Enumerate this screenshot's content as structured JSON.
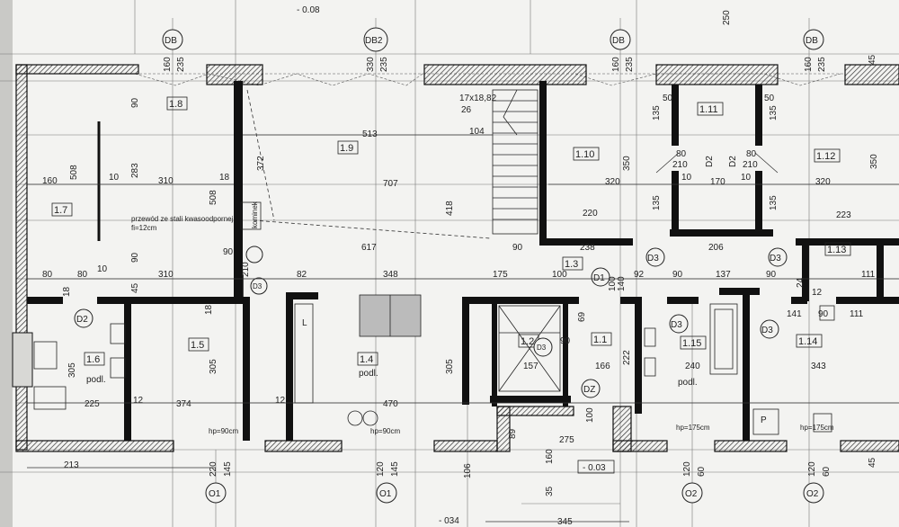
{
  "levels": {
    "top": "- 0.08",
    "entry": "- 0.03",
    "bottom": "- 034"
  },
  "grid": {
    "top": [
      "DB",
      "DB2",
      "DB",
      "DB"
    ],
    "bottom": [
      "O1",
      "O1",
      "O2",
      "O2"
    ]
  },
  "rooms": {
    "r_1_1": "1.1",
    "r_1_2": "1.2",
    "r_1_3": "1.3",
    "r_1_4": "1.4",
    "r_1_5": "1.5",
    "r_1_6": "1.6",
    "r_1_7": "1.7",
    "r_1_8": "1.8",
    "r_1_9": "1.9",
    "r_1_10": "1.10",
    "r_1_11": "1.11",
    "r_1_12": "1.12",
    "r_1_13": "1.13",
    "r_1_14": "1.14",
    "r_1_15": "1.15"
  },
  "room_notes": {
    "podl_1": "podl.",
    "podl_2": "podl.",
    "podl_3": "podl.",
    "p_label": "P",
    "l_label": "L"
  },
  "doors": {
    "d1": "D1",
    "d2_a": "D2",
    "d2_b": "D2",
    "d2_c": "D2",
    "d3_a": "D3",
    "d3_b": "D3",
    "d3_c": "D3",
    "d3_d": "D3",
    "d3_e": "D3",
    "d3_f": "D3",
    "dz": "DZ"
  },
  "annotations": {
    "pipe_1": "przewód ze stali kwasoodpornej",
    "pipe_2": "fi=12cm",
    "stairs": "17x18,82",
    "stairs_26": "26",
    "hp_1": "hp=90cm",
    "hp_2": "hp=90cm",
    "hp_3": "hp=175cm",
    "hp_4": "hp=175cm",
    "kominek": "kominek"
  },
  "dims": {
    "t_250": "250",
    "t_160a": "160",
    "t_235a": "235",
    "t_330": "330",
    "t_235b": "235",
    "t_160b": "160",
    "t_235c": "235",
    "t_160c": "160",
    "t_235d": "235",
    "t_45": "45",
    "d_90a": "90",
    "d_513": "513",
    "d_372": "372",
    "d_707": "707",
    "d_310a": "310",
    "d_310b": "310",
    "d_160": "160",
    "d_508a": "508",
    "d_283": "283",
    "d_10a": "10",
    "d_18a": "18",
    "d_508b": "508",
    "d_617": "617",
    "d_418": "418",
    "d_104": "104",
    "d_90b": "90",
    "d_350": "350",
    "d_320a": "320",
    "d_220": "220",
    "d_238": "238",
    "d_90c": "90",
    "d_135a": "135",
    "d_50a": "50",
    "d_50b": "50",
    "d_135b": "135",
    "d_80a": "80",
    "d_210a": "210",
    "d_80b": "80",
    "d_210b": "210",
    "d_170": "170",
    "d_10b": "10",
    "d_10c": "10",
    "d_135c": "135",
    "d_135d": "135",
    "d_320b": "320",
    "d_223": "223",
    "d_206": "206",
    "d_350b": "350",
    "d_80c": "80",
    "d_80d": "80",
    "d_10d": "10",
    "d_45a": "45",
    "d_90d": "90",
    "d_90e": "90",
    "d_210c": "210",
    "d_82": "82",
    "d_348": "348",
    "d_175": "175",
    "d_100a": "100",
    "d_100b": "100",
    "d_140": "140",
    "d_92": "92",
    "d_90f": "90",
    "d_137": "137",
    "d_90g": "90",
    "d_24": "24",
    "d_111a": "111",
    "d_12a": "12",
    "d_111b": "111",
    "d_141": "141",
    "d_90h": "90",
    "d_305a": "305",
    "d_305b": "305",
    "d_305c": "305",
    "d_374": "374",
    "d_470": "470",
    "d_225": "225",
    "d_12b": "12",
    "d_12c": "12",
    "d_157": "157",
    "d_166": "166",
    "d_222": "222",
    "d_240": "240",
    "d_343": "343",
    "d_275": "275",
    "d_213": "213",
    "d_220b": "220",
    "d_145a": "145",
    "d_120a": "120",
    "d_145b": "145",
    "d_106": "106",
    "d_89": "89",
    "d_160d": "160",
    "d_35": "35",
    "d_345": "345",
    "d_120b": "120",
    "d_60a": "60",
    "d_120c": "120",
    "d_60b": "60",
    "d_45b": "45",
    "d_100c": "100",
    "d_69": "69",
    "d_18b": "18",
    "d_18c": "18"
  }
}
